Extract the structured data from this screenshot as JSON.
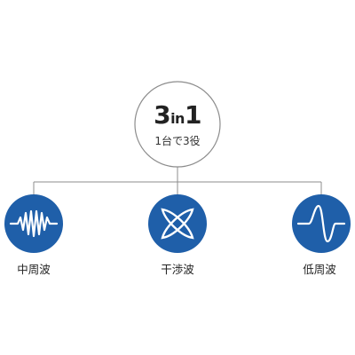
{
  "hub": {
    "title_number": "3",
    "title_mid": "in",
    "title_end": "1",
    "subtitle": "1台で3役"
  },
  "nodes": [
    {
      "label": "中周波",
      "icon": "mid-frequency-wave-icon"
    },
    {
      "label": "干渉波",
      "icon": "interference-wave-icon"
    },
    {
      "label": "低周波",
      "icon": "low-frequency-wave-icon"
    }
  ],
  "colors": {
    "node_fill": "#1f5fa9",
    "icon_stroke": "#ffffff",
    "line": "#8c8c8c",
    "hub_border": "#8c8c8c"
  }
}
